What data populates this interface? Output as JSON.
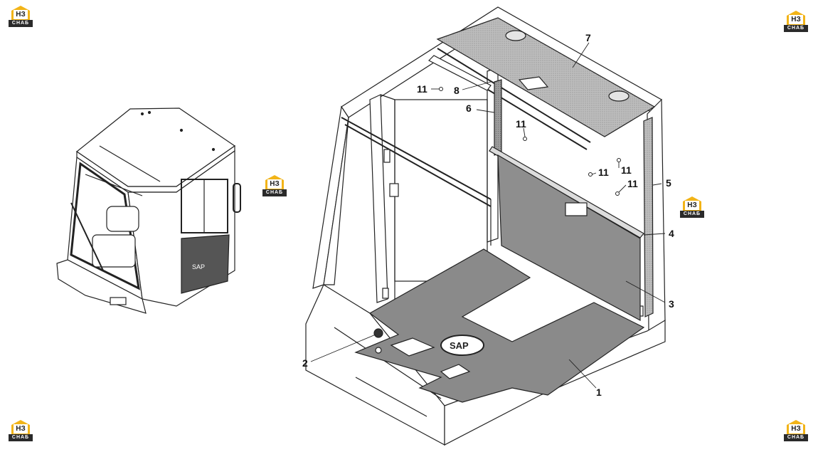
{
  "brand": {
    "logo_top": "НЗ",
    "logo_bottom": "СНАБ",
    "colors": {
      "accent": "#f2b418",
      "dark": "#2a2a2a",
      "panel": "#8a8a8a",
      "line": "#222222"
    }
  },
  "callouts": {
    "c1": "1",
    "c2": "2",
    "c3": "3",
    "c4": "4",
    "c5": "5",
    "c6": "6",
    "c7": "7",
    "c8": "8",
    "c11a": "11",
    "c11b": "11",
    "c11c": "11",
    "c11d": "11",
    "c11e": "11"
  }
}
